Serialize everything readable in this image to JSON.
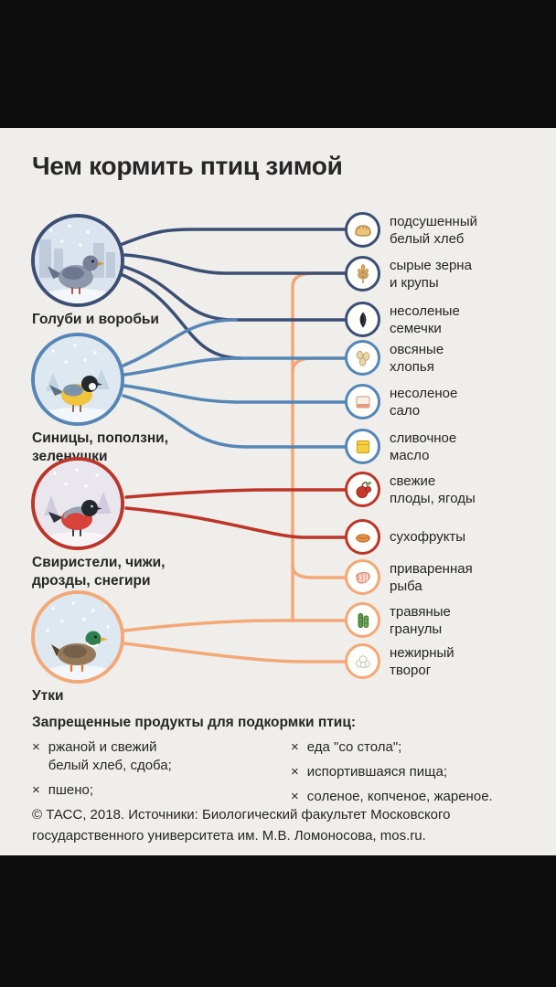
{
  "title": "Чем кормить птиц зимой",
  "colors": {
    "line_pigeons": "#3c4e74",
    "line_tits": "#5586b6",
    "line_waxwings": "#bc3529",
    "line_ducks": "#f3a876",
    "background": "#efeeeb",
    "text": "#262626",
    "letterbox": "#0d0d0d"
  },
  "birds": [
    {
      "name": "pigeons",
      "label": "Голуби и воробьи"
    },
    {
      "name": "tits",
      "label": "Синицы, поползни,\nзеленушки"
    },
    {
      "name": "waxwings",
      "label": "Свиристели, чижи,\nдрозды, снегири"
    },
    {
      "name": "ducks",
      "label": "Утки"
    }
  ],
  "foods": [
    {
      "label": "подсушенный\nбелый хлеб",
      "icon": "bread-icon",
      "ring": "#3c4e74"
    },
    {
      "label": "сырые зерна\nи крупы",
      "icon": "wheat-grains-icon",
      "ring": "#3c4e74"
    },
    {
      "label": "несоленые\nсемечки",
      "icon": "sunflower-seed-icon",
      "ring": "#3c4e74"
    },
    {
      "label": "овсяные\nхлопья",
      "icon": "oat-flakes-icon",
      "ring": "#5586b6"
    },
    {
      "label": "несоленое\nсало",
      "icon": "lard-icon",
      "ring": "#5586b6"
    },
    {
      "label": "сливочное\nмасло",
      "icon": "butter-icon",
      "ring": "#5586b6"
    },
    {
      "label": "свежие\nплоды, ягоды",
      "icon": "berries-icon",
      "ring": "#bc3529"
    },
    {
      "label": "сухофрукты",
      "icon": "dried-fruits-icon",
      "ring": "#bc3529"
    },
    {
      "label": "приваренная\nрыба",
      "icon": "boiled-fish-icon",
      "ring": "#f3a876"
    },
    {
      "label": "травяные\nгранулы",
      "icon": "grass-pellets-icon",
      "ring": "#f3a876"
    },
    {
      "label": "нежирный\nтворог",
      "icon": "cottage-cheese-icon",
      "ring": "#f3a876"
    }
  ],
  "connections": [
    {
      "bird": "Голуби и воробьи",
      "foods": [
        "подсушенный белый хлеб",
        "сырые зерна и крупы",
        "несоленые семечки",
        "овсяные хлопья"
      ]
    },
    {
      "bird": "Синицы, поползни, зеленушки",
      "foods": [
        "несоленые семечки",
        "овсяные хлопья",
        "несоленое сало",
        "сливочное масло"
      ]
    },
    {
      "bird": "Свиристели, чижи, дрозды, снегири",
      "foods": [
        "свежие плоды, ягоды",
        "сухофрукты"
      ]
    },
    {
      "bird": "Утки",
      "foods": [
        "сырые зерна и крупы",
        "овсяные хлопья",
        "приваренная рыба",
        "травяные гранулы",
        "нежирный творог"
      ]
    }
  ],
  "forbidden": {
    "heading": "Запрещенные продукты для подкормки птиц:",
    "marker": "×",
    "left": [
      "ржаной и свежий\nбелый хлеб, сдоба;",
      "пшено;"
    ],
    "right": [
      "еда \"со стола\";",
      "испортившаяся пища;",
      "соленое, копченое, жареное."
    ]
  },
  "credit": "© ТАСС, 2018. Источники: Биологический факультет Московского государственного университета им. М.В. Ломоносова, mos.ru."
}
